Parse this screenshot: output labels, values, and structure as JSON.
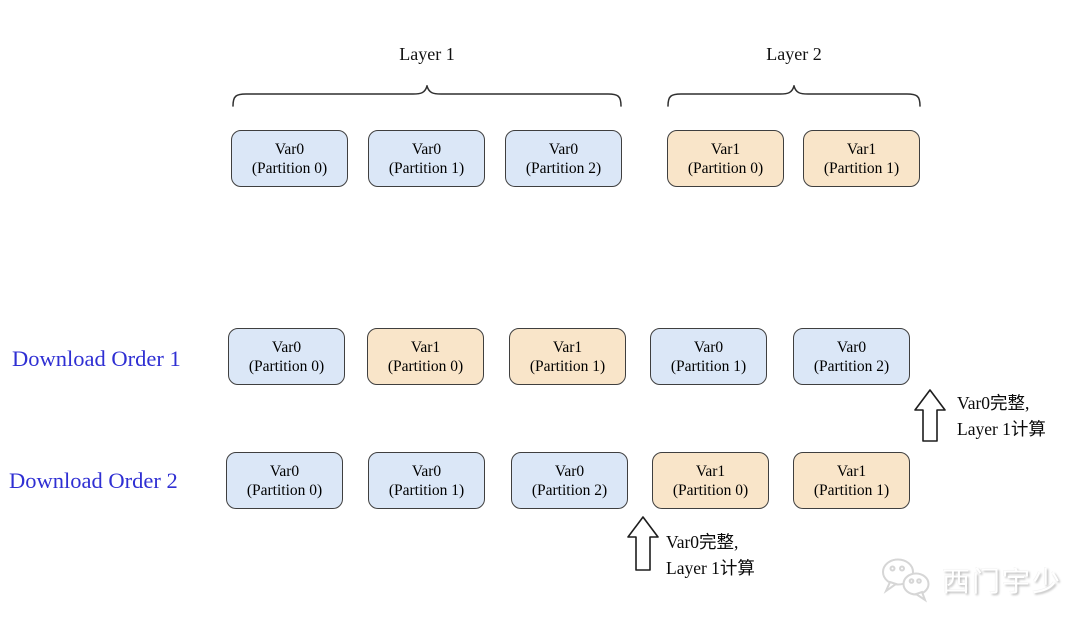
{
  "colors": {
    "var0_fill": "#dbe7f7",
    "var1_fill": "#f9e5c9",
    "box_border": "#3f3f3f",
    "order_label": "#2f2fd3"
  },
  "layers": [
    {
      "label": "Layer 1",
      "boxes": [
        {
          "line1": "Var0",
          "line2": "(Partition 0)",
          "variant": "var0"
        },
        {
          "line1": "Var0",
          "line2": "(Partition 1)",
          "variant": "var0"
        },
        {
          "line1": "Var0",
          "line2": "(Partition 2)",
          "variant": "var0"
        }
      ]
    },
    {
      "label": "Layer 2",
      "boxes": [
        {
          "line1": "Var1",
          "line2": "(Partition 0)",
          "variant": "var1"
        },
        {
          "line1": "Var1",
          "line2": "(Partition 1)",
          "variant": "var1"
        }
      ]
    }
  ],
  "orders": [
    {
      "label": "Download Order 1",
      "boxes": [
        {
          "line1": "Var0",
          "line2": "(Partition 0)",
          "variant": "var0"
        },
        {
          "line1": "Var1",
          "line2": "(Partition 0)",
          "variant": "var1"
        },
        {
          "line1": "Var1",
          "line2": "(Partition 1)",
          "variant": "var1"
        },
        {
          "line1": "Var0",
          "line2": "(Partition 1)",
          "variant": "var0"
        },
        {
          "line1": "Var0",
          "line2": "(Partition 2)",
          "variant": "var0"
        }
      ]
    },
    {
      "label": "Download Order 2",
      "boxes": [
        {
          "line1": "Var0",
          "line2": "(Partition 0)",
          "variant": "var0"
        },
        {
          "line1": "Var0",
          "line2": "(Partition 1)",
          "variant": "var0"
        },
        {
          "line1": "Var0",
          "line2": "(Partition 2)",
          "variant": "var0"
        },
        {
          "line1": "Var1",
          "line2": "(Partition 0)",
          "variant": "var1"
        },
        {
          "line1": "Var1",
          "line2": "(Partition 1)",
          "variant": "var1"
        }
      ]
    }
  ],
  "annotations": [
    {
      "line1": "Var0完整,",
      "line2": "Layer 1计算"
    },
    {
      "line1": "Var0完整,",
      "line2": "Layer 1计算"
    }
  ],
  "watermark": {
    "text": "西门宇少",
    "icon": "wechat-icon"
  }
}
